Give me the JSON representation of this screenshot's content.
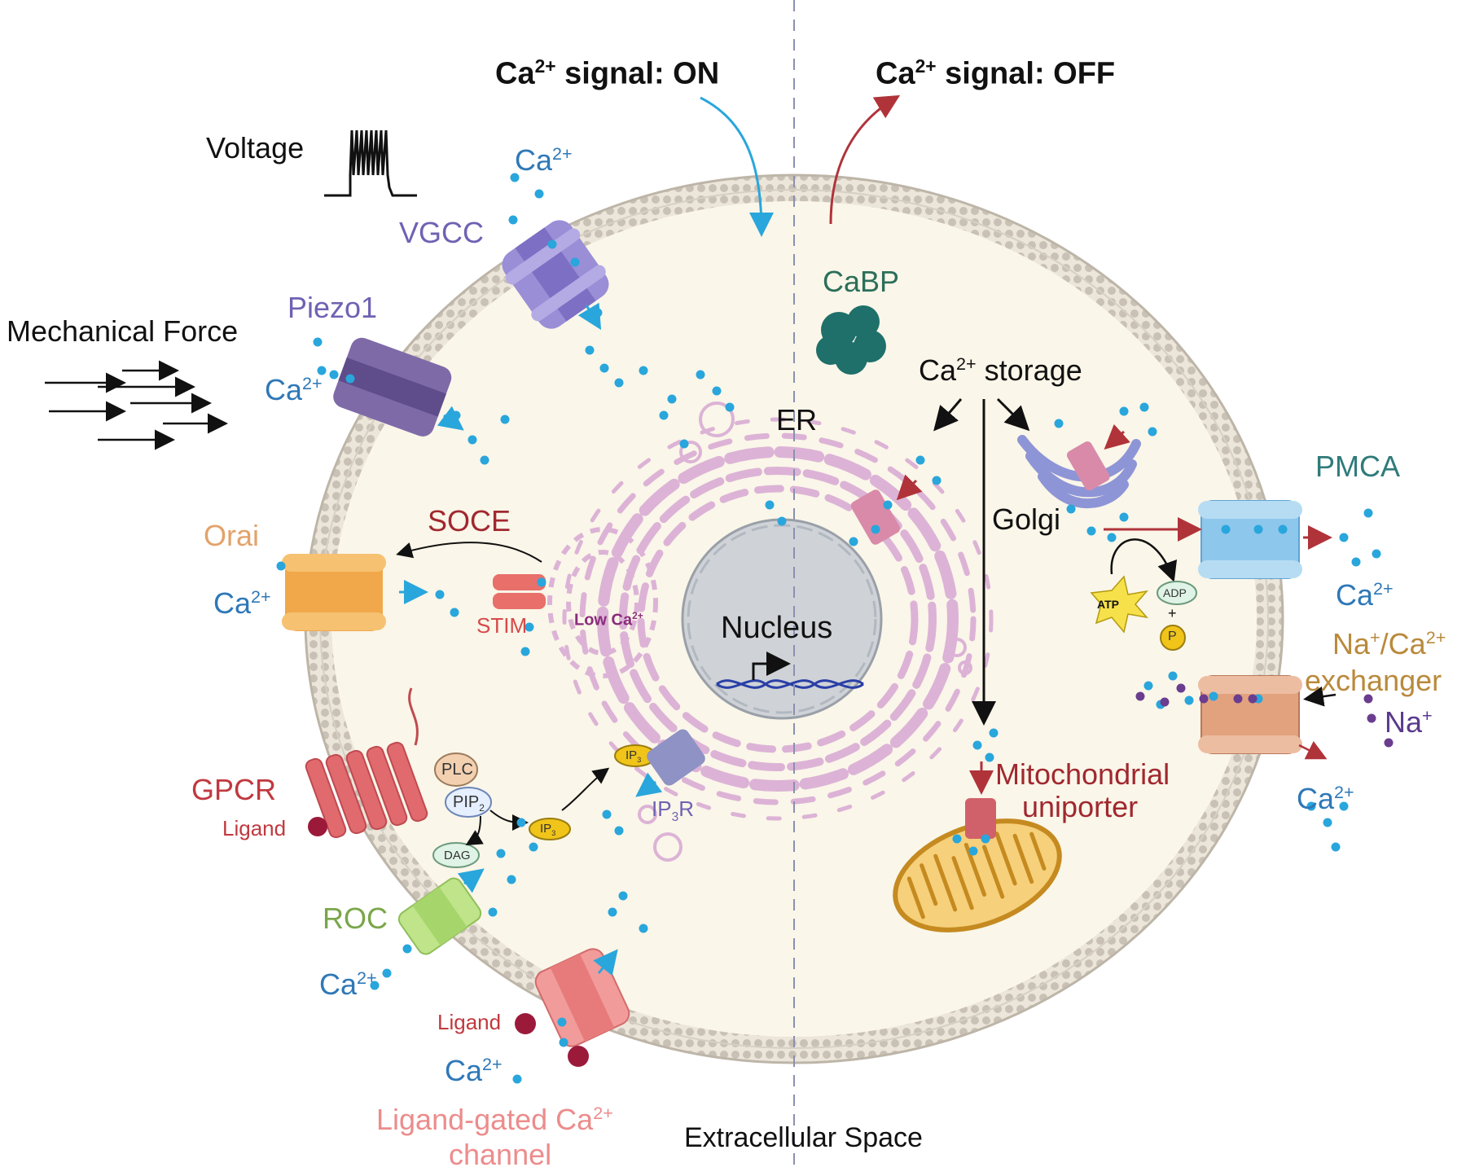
{
  "headers": {
    "on_main": "Ca",
    "on_sup": "2+",
    "on_rest": " signal: ON",
    "off_main": "Ca",
    "off_sup": "2+",
    "off_rest": " signal: OFF"
  },
  "labels": {
    "voltage": "Voltage",
    "vgcc": "VGCC",
    "mechanical_force": "Mechanical Force",
    "piezo1": "Piezo1",
    "orai": "Orai",
    "soce": "SOCE",
    "stim": "STIM",
    "low_ca_main": "Low Ca",
    "low_ca_sup": "2+",
    "gpcr": "GPCR",
    "ligand_gpcr": "Ligand",
    "plc": "PLC",
    "pip2_main": "PIP",
    "pip2_sub": "2",
    "dag": "DAG",
    "ip3_main": "IP",
    "ip3_sub": "3",
    "ip3r_main": "IP",
    "ip3r_sub": "3",
    "ip3r_rest": "R",
    "roc": "ROC",
    "ligand_lgcc": "Ligand",
    "lgcc_line1_main": "Ligand-gated Ca",
    "lgcc_line1_sup": "2+",
    "lgcc_line2": "channel",
    "er": "ER",
    "nucleus": "Nucleus",
    "cabp": "CaBP",
    "storage_main": "Ca",
    "storage_sup": "2+",
    "storage_rest": " storage",
    "golgi": "Golgi",
    "pmca": "PMCA",
    "atp": "ATP",
    "adp": "ADP",
    "plus": "+",
    "p": "P",
    "ncx_line1_a": "Na",
    "ncx_line1_b": "+",
    "ncx_line1_c": "/Ca",
    "ncx_line1_d": "2+",
    "ncx_line2": "exchanger",
    "na_main": "Na",
    "na_sup": "+",
    "mito_line1": "Mitochondrial",
    "mito_line2": "uniporter",
    "extracellular": "Extracellular Space",
    "ca_main": "Ca",
    "ca_sup": "2+"
  },
  "colors": {
    "calcium_dot": "#29a6dc",
    "calcium_text": "#2f78b7",
    "cytoplasm": "#faf6e9",
    "membrane": "#cfc8bd",
    "er": "#dcb3d6",
    "nucleus": "#d2d5d9",
    "vgcc": "#9a8ed6",
    "piezo": "#7f6aa8",
    "orai": "#f0a84a",
    "stim": "#e86f6a",
    "gpcr": "#e06a6e",
    "roc": "#bfe48a",
    "lgcc": "#f29b9b",
    "pmca": "#8ec7ec",
    "ncx": "#e2a27e",
    "mito": "#e6aa40",
    "cabp": "#1f6f6a",
    "on_arrow": "#29a6dc",
    "off_arrow": "#b0333a",
    "na_dot": "#6a3d8f"
  }
}
